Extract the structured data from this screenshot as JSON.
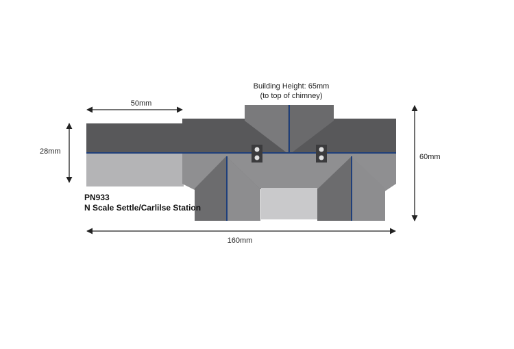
{
  "product": {
    "code": "PN933",
    "name": "N Scale Settle/Carlilse Station"
  },
  "dimensions": {
    "height_note_line1": "Building Height: 65mm",
    "height_note_line2": "(to top of chimney)",
    "wing_width": "50mm",
    "wing_depth": "28mm",
    "total_depth": "60mm",
    "total_length": "160mm"
  },
  "colors": {
    "roof_dark": "#58585a",
    "wall_mid": "#8a8a8c",
    "wall_light": "#b4b4b6",
    "wall_lighter": "#c9c9cb",
    "ridge_blue": "#1f3f7a",
    "chimney": "#3b3b3d",
    "arrow": "#222222"
  }
}
